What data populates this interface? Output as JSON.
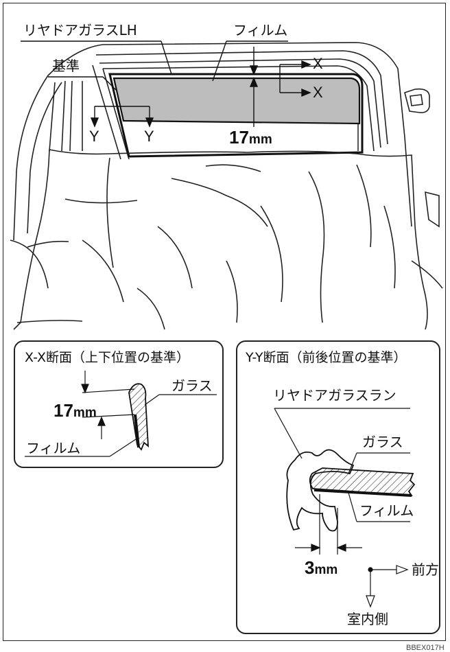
{
  "main": {
    "rear_glass_label": "リヤドアガラスLH",
    "film_label": "フィルム",
    "reference_label": "基準",
    "dim_17_value": "17",
    "dim_17_unit": "mm",
    "section_x": "X",
    "section_y": "Y"
  },
  "panel_xx": {
    "title": "X-X断面（上下位置の基準）",
    "dim_value": "17",
    "dim_unit": "mm",
    "glass_label": "ガラス",
    "film_label": "フィルム"
  },
  "panel_yy": {
    "title": "Y-Y断面（前後位置の基準）",
    "run_label": "リヤドアガラスラン",
    "glass_label": "ガラス",
    "film_label": "フィルム",
    "dim_value": "3",
    "dim_unit": "mm",
    "forward_label": "前方",
    "inside_label": "室内側"
  },
  "figure_code": "BBEX017H"
}
